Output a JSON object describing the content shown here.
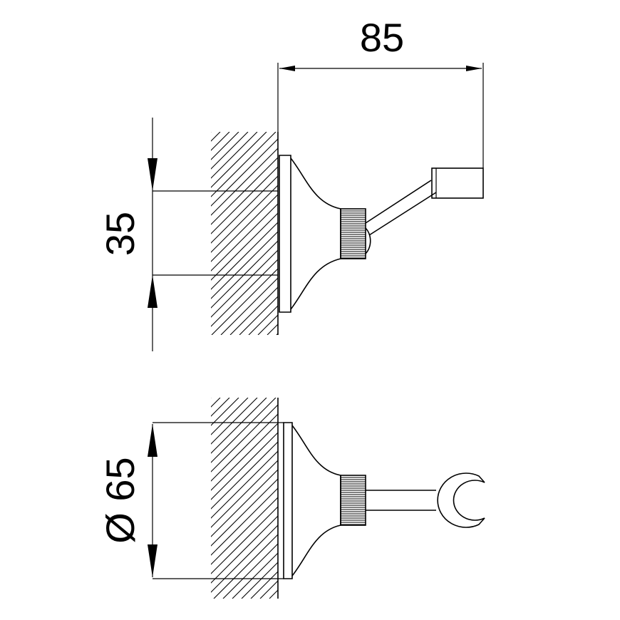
{
  "dimensions": {
    "width_label": "85",
    "height_label": "35",
    "diameter_label": "Ø 65"
  }
}
